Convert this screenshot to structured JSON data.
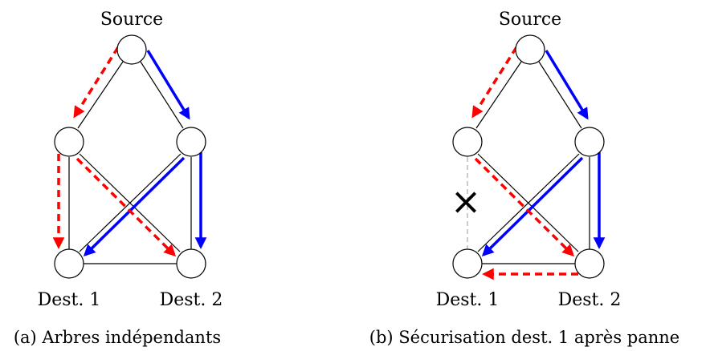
{
  "colors": {
    "background": "#ffffff",
    "edge": "#000000",
    "blue_tree": "#0000ff",
    "red_tree": "#ff0000",
    "failed_link": "#999999",
    "failure_mark": "#000000"
  },
  "panel_a": {
    "source_label": "Source",
    "dest1_label": "Dest. 1",
    "dest2_label": "Dest. 2",
    "caption": "(a) Arbres indépendants"
  },
  "panel_b": {
    "source_label": "Source",
    "dest1_label": "Dest. 1",
    "dest2_label": "Dest. 2",
    "failure_symbol": "×",
    "caption": "(b) Sécurisation dest. 1 après panne"
  }
}
